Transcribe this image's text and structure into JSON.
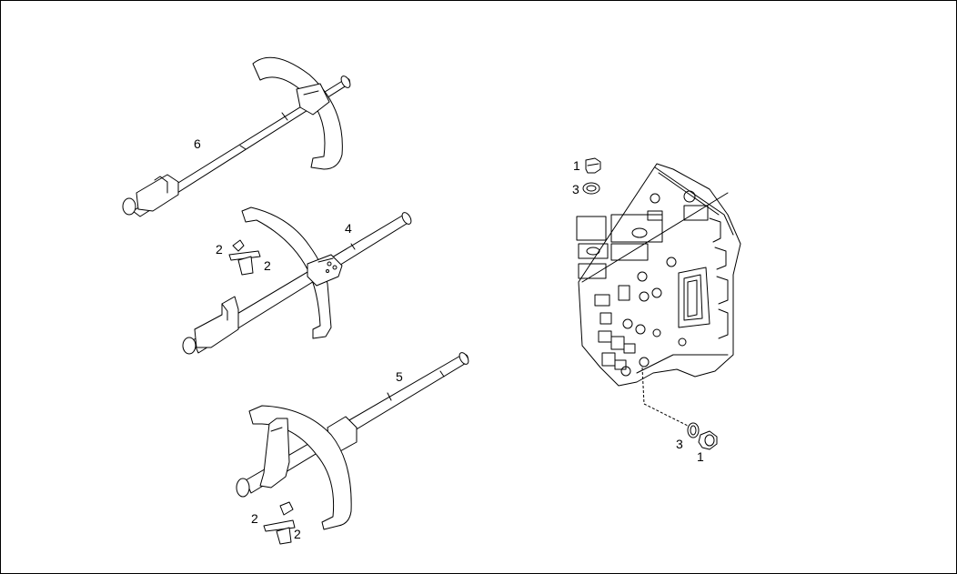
{
  "callouts": {
    "shaft_6": "6",
    "shaft_4": "4",
    "shaft_5": "5",
    "pad_upper_left": "2",
    "pad_upper_right": "2",
    "pad_lower_left": "2",
    "pad_lower_right": "2",
    "plug_top": "1",
    "washer_top": "3",
    "washer_bottom": "3",
    "plug_bottom": "1"
  }
}
